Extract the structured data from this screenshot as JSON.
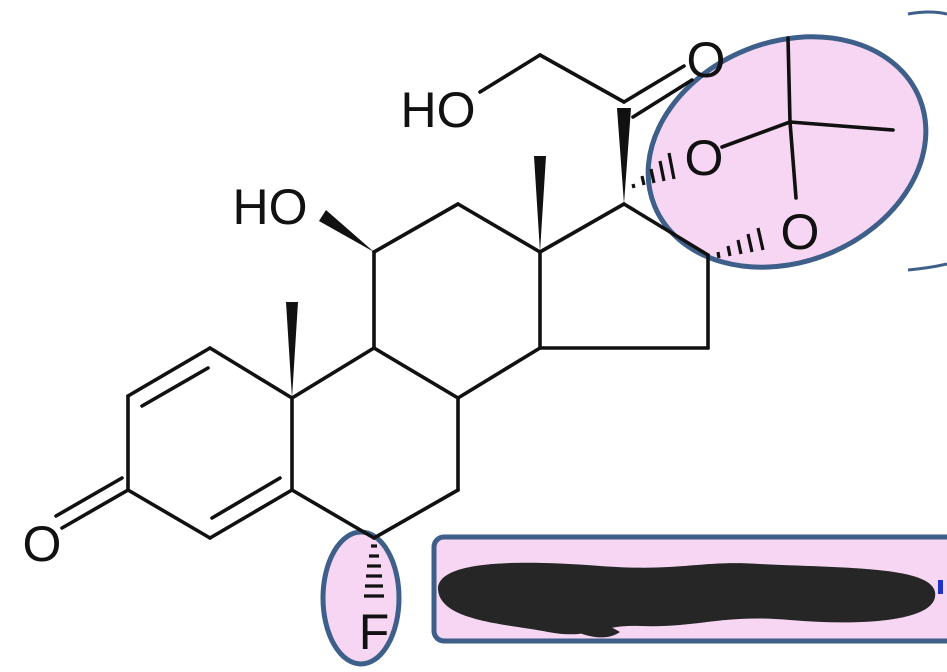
{
  "atom_labels": {
    "ho_c21": "HO",
    "ho_c11": "HO",
    "o_ketone_c20": "O",
    "o_ring_upper": "O",
    "o_ring_lower": "O",
    "o_ketone_c3": "O",
    "fluorine": "F"
  },
  "colors": {
    "bond": "#111111",
    "highlight_fill": "#f6d6f3",
    "highlight_stroke": "#3d5f8a",
    "redaction": "#262626",
    "text_fragment": "#2233cc"
  }
}
